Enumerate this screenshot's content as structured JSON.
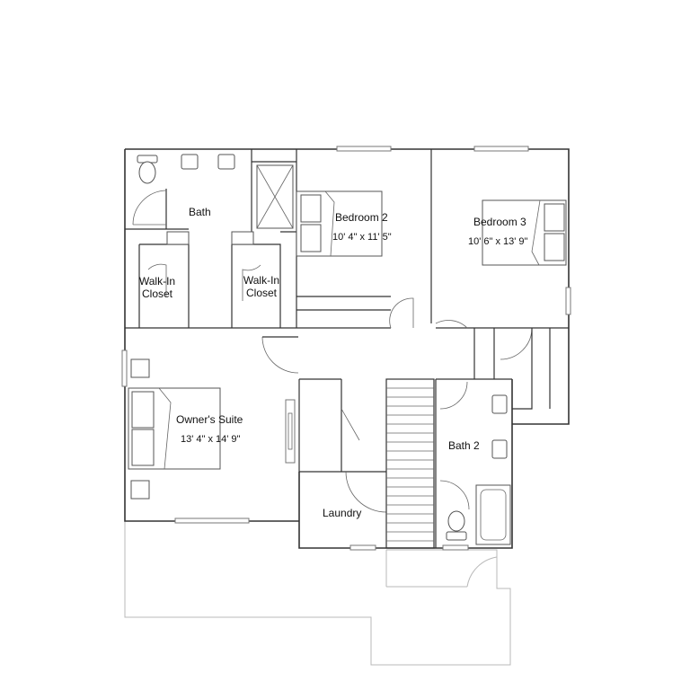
{
  "plan": {
    "rooms": [
      {
        "id": "bath",
        "name": "Bath",
        "dims": ""
      },
      {
        "id": "walkin-left",
        "name": "Walk-In\nCloset",
        "dims": ""
      },
      {
        "id": "walkin-right",
        "name": "Walk-In\nCloset",
        "dims": ""
      },
      {
        "id": "bedroom2",
        "name": "Bedroom 2",
        "dims": "10' 4\" x 11' 5\""
      },
      {
        "id": "bedroom3",
        "name": "Bedroom 3",
        "dims": "10' 6\" x 13' 9\""
      },
      {
        "id": "owners-suite",
        "name": "Owner's Suite",
        "dims": "13' 4\" x 14' 9\""
      },
      {
        "id": "bath2",
        "name": "Bath 2",
        "dims": ""
      },
      {
        "id": "laundry",
        "name": "Laundry",
        "dims": ""
      }
    ]
  },
  "colors": {
    "wall": "#333333",
    "lower_floor_outline": "#b8b8b8",
    "background": "#ffffff"
  }
}
